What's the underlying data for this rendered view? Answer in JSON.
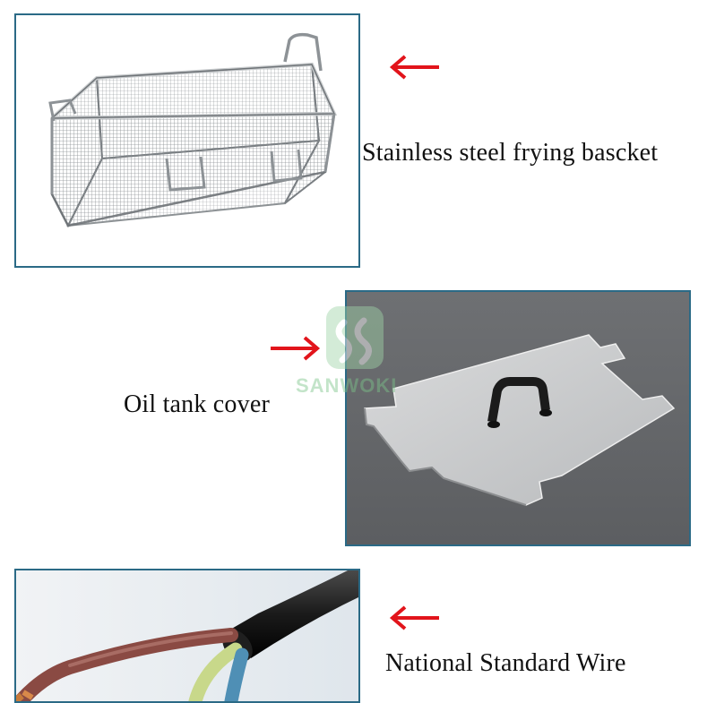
{
  "sections": [
    {
      "caption": "Stainless steel frying bascket",
      "image": "frying-basket"
    },
    {
      "caption": "Oil tank cover",
      "image": "oil-tank-cover"
    },
    {
      "caption": "National Standard Wire",
      "image": "power-wire"
    }
  ],
  "watermark": {
    "text": "SANWOKI"
  },
  "colors": {
    "frame_border": "#2b6a86",
    "arrow_red": "#e2141b",
    "cover_background": "#707275",
    "watermark_green": "#7cc48a"
  },
  "icons": {
    "pointer": "left-arrow-icon",
    "pointer_alt": "right-arrow-icon"
  }
}
